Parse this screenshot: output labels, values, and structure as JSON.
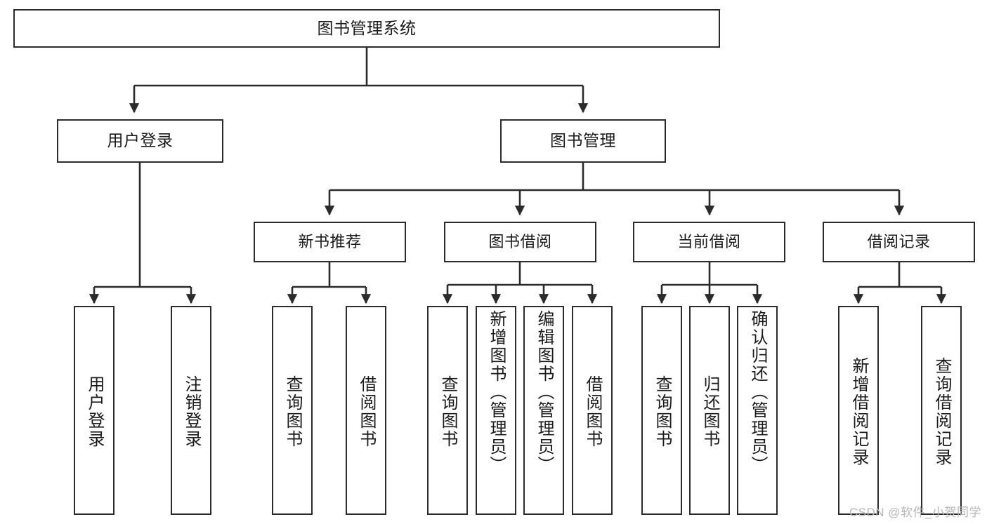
{
  "diagram": {
    "title": "图书管理系统",
    "type": "tree-hierarchy",
    "watermark": "CSDN @软件_小贺同学",
    "colors": {
      "box_border": "#2b2b2b",
      "box_fill": "#ffffff",
      "edge": "#2b2b2b",
      "text": "#1b1b1b",
      "watermark": "#b7b7b7"
    },
    "nodes": {
      "root": {
        "label": "图书管理系统"
      },
      "level2": [
        {
          "id": "user-login",
          "label": "用户登录"
        },
        {
          "id": "book-mgmt",
          "label": "图书管理"
        }
      ],
      "level3": [
        {
          "id": "new-book-recommend",
          "label": "新书推荐"
        },
        {
          "id": "book-borrow",
          "label": "图书借阅"
        },
        {
          "id": "current-borrow",
          "label": "当前借阅"
        },
        {
          "id": "borrow-record",
          "label": "借阅记录"
        }
      ],
      "leaves": {
        "user_login": [
          {
            "id": "leaf-user-login",
            "label": "用户登录"
          },
          {
            "id": "leaf-logout-login",
            "label": "注销登录"
          }
        ],
        "new_book_recommend": [
          {
            "id": "leaf-query-book-1",
            "label": "查询图书"
          },
          {
            "id": "leaf-borrow-book-1",
            "label": "借阅图书"
          }
        ],
        "book_borrow": [
          {
            "id": "leaf-query-book-2",
            "label": "查询图书"
          },
          {
            "id": "leaf-add-book",
            "label": "新增图书（管理员）"
          },
          {
            "id": "leaf-edit-book",
            "label": "编辑图书（管理员）"
          },
          {
            "id": "leaf-borrow-book-2",
            "label": "借阅图书"
          }
        ],
        "current_borrow": [
          {
            "id": "leaf-query-book-3",
            "label": "查询图书"
          },
          {
            "id": "leaf-return-book",
            "label": "归还图书"
          },
          {
            "id": "leaf-confirm-return",
            "label": "确认归还（管理员）"
          }
        ],
        "borrow_record": [
          {
            "id": "leaf-add-borrow-record",
            "label": "新增借阅记录"
          },
          {
            "id": "leaf-query-borrow-record",
            "label": "查询借阅记录"
          }
        ]
      }
    }
  }
}
